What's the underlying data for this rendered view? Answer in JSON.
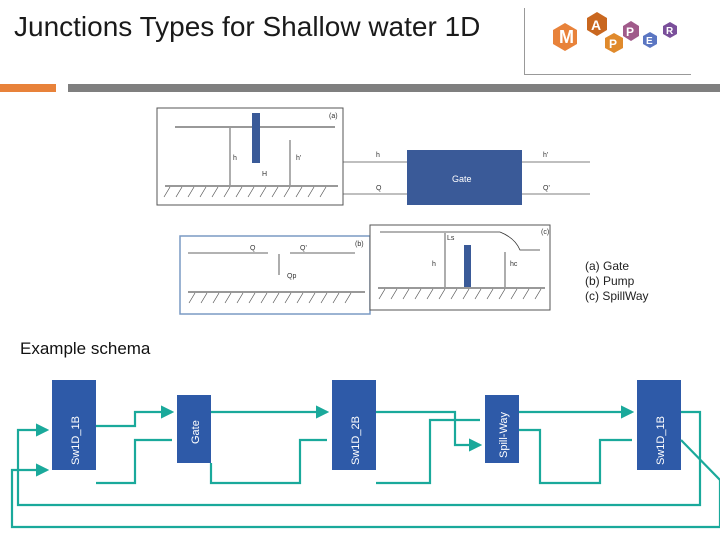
{
  "title": "Junctions Types for Shallow water 1D",
  "logo": {
    "letters": [
      "M",
      "A",
      "P",
      "P",
      "E",
      "R"
    ]
  },
  "figure": {
    "panel_a": {
      "tag": "(a)",
      "gate_label": "Gate",
      "h": "h",
      "h_prime": "h'",
      "H": "H",
      "Q": "Q",
      "Q_prime": "Q'"
    },
    "panel_b": {
      "tag": "(b)",
      "Q": "Q",
      "Q_prime": "Q'",
      "Qp": "Qp"
    },
    "panel_c": {
      "tag": "(c)",
      "h": "h",
      "hc": "hc",
      "top": "Ls"
    }
  },
  "legend": {
    "a": "(a) Gate",
    "b": "(b) Pump",
    "c": "(c) SpillWay"
  },
  "example_label": "Example schema",
  "schema_blocks": [
    {
      "label": "Sw1D_1B",
      "color": "#2e5aa8"
    },
    {
      "label": "Gate",
      "color": "#2e5aa8"
    },
    {
      "label": "Sw1D_2B",
      "color": "#2e5aa8"
    },
    {
      "label": "Spill-Way",
      "color": "#2e5aa8"
    },
    {
      "label": "Sw1D_1B",
      "color": "#2e5aa8"
    }
  ],
  "colors": {
    "accent_orange": "#e8823a",
    "bar_gray": "#7f7f7f",
    "link_teal": "#1aa99b",
    "block_blue": "#2e5aa8"
  }
}
